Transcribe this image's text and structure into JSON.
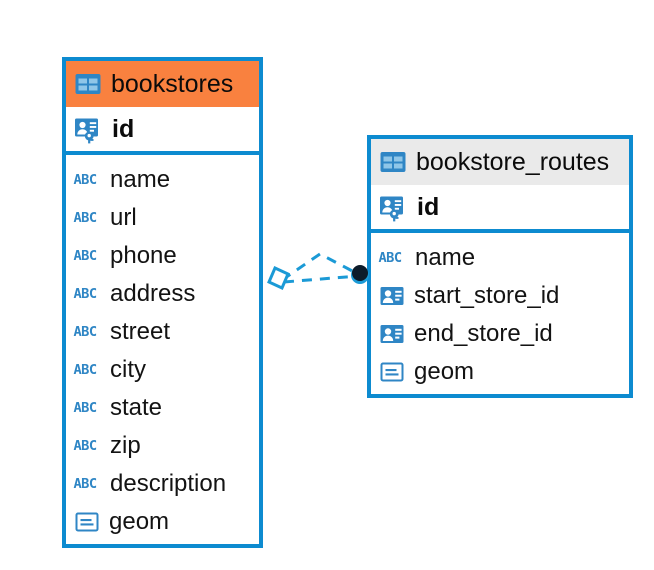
{
  "diagram": {
    "type": "entity-relationship-diagram",
    "background_color": "#ffffff",
    "accent_blue": "#0d8bd0",
    "highlight_orange": "#f9813f",
    "header_grey": "#eaeaea"
  },
  "tables": [
    {
      "name": "bookstores",
      "header_label": "bookstores",
      "header_style": "orange",
      "header_icon": "table-icon",
      "primary_key": {
        "label": "id",
        "icon": "primary-key-icon"
      },
      "fields": [
        {
          "label": "name",
          "icon": "text-field-icon"
        },
        {
          "label": "url",
          "icon": "text-field-icon"
        },
        {
          "label": "phone",
          "icon": "text-field-icon"
        },
        {
          "label": "address",
          "icon": "text-field-icon"
        },
        {
          "label": "street",
          "icon": "text-field-icon"
        },
        {
          "label": "city",
          "icon": "text-field-icon"
        },
        {
          "label": "state",
          "icon": "text-field-icon"
        },
        {
          "label": "zip",
          "icon": "text-field-icon"
        },
        {
          "label": "description",
          "icon": "text-field-icon"
        },
        {
          "label": "geom",
          "icon": "geometry-field-icon"
        }
      ]
    },
    {
      "name": "bookstore_routes",
      "header_label": "bookstore_routes",
      "header_style": "grey",
      "header_icon": "table-icon",
      "primary_key": {
        "label": "id",
        "icon": "primary-key-icon"
      },
      "fields": [
        {
          "label": "name",
          "icon": "text-field-icon"
        },
        {
          "label": "start_store_id",
          "icon": "foreign-key-icon"
        },
        {
          "label": "end_store_id",
          "icon": "foreign-key-icon"
        },
        {
          "label": "geom",
          "icon": "geometry-field-icon"
        }
      ]
    }
  ],
  "relationship": {
    "from_table": "bookstores",
    "to_table": "bookstore_routes",
    "line_style": "dashed",
    "line_color": "#1b9ad6",
    "source_marker": "diamond-outline-marker",
    "target_marker": "filled-circle-marker",
    "target_marker_color": "#0d1b2a"
  },
  "icon_glyphs": {
    "table-icon": "table-grid",
    "primary-key-icon": "id-card-with-key",
    "foreign-key-icon": "id-card",
    "text-field-icon": "ABC",
    "geometry-field-icon": "rectangle-with-lines"
  }
}
